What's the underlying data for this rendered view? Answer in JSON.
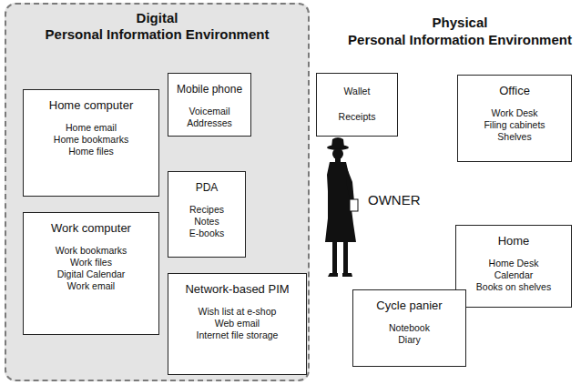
{
  "diagram": {
    "nodes": [
      {
        "text": [
          "Digital",
          "Personal Information Environment"
        ]
      },
      {
        "text": [
          "Home computer",
          "Home email",
          "Home bookmarks",
          "Home files"
        ],
        "in": 0
      },
      {
        "text": [
          "Work computer",
          "Work bookmarks",
          "Work files",
          "Digital Calendar",
          "Work email"
        ],
        "in": 0
      },
      {
        "text": [
          "Mobile phone",
          "Voicemail",
          "Addresses"
        ],
        "in": 0
      },
      {
        "text": [
          "PDA",
          "Recipes",
          "Notes",
          "E-books"
        ],
        "in": 0
      },
      {
        "text": [
          "Network-based PIM",
          "Wish list at e-shop",
          "Web email",
          "Internet file storage"
        ],
        "in": 0
      },
      {
        "text": [
          "Wallet",
          "Receipts"
        ]
      },
      {
        "text": [
          "Office",
          "Work Desk",
          "Filing cabinets",
          "Shelves"
        ]
      },
      {
        "text": [
          "Home",
          "Home Desk",
          "Calendar",
          "Books on shelves"
        ]
      },
      {
        "text": [
          "Cycle panier",
          "Notebook",
          "Diary"
        ]
      }
    ],
    "labels": [
      "Physical",
      "Personal Information Environment",
      "OWNER"
    ]
  }
}
